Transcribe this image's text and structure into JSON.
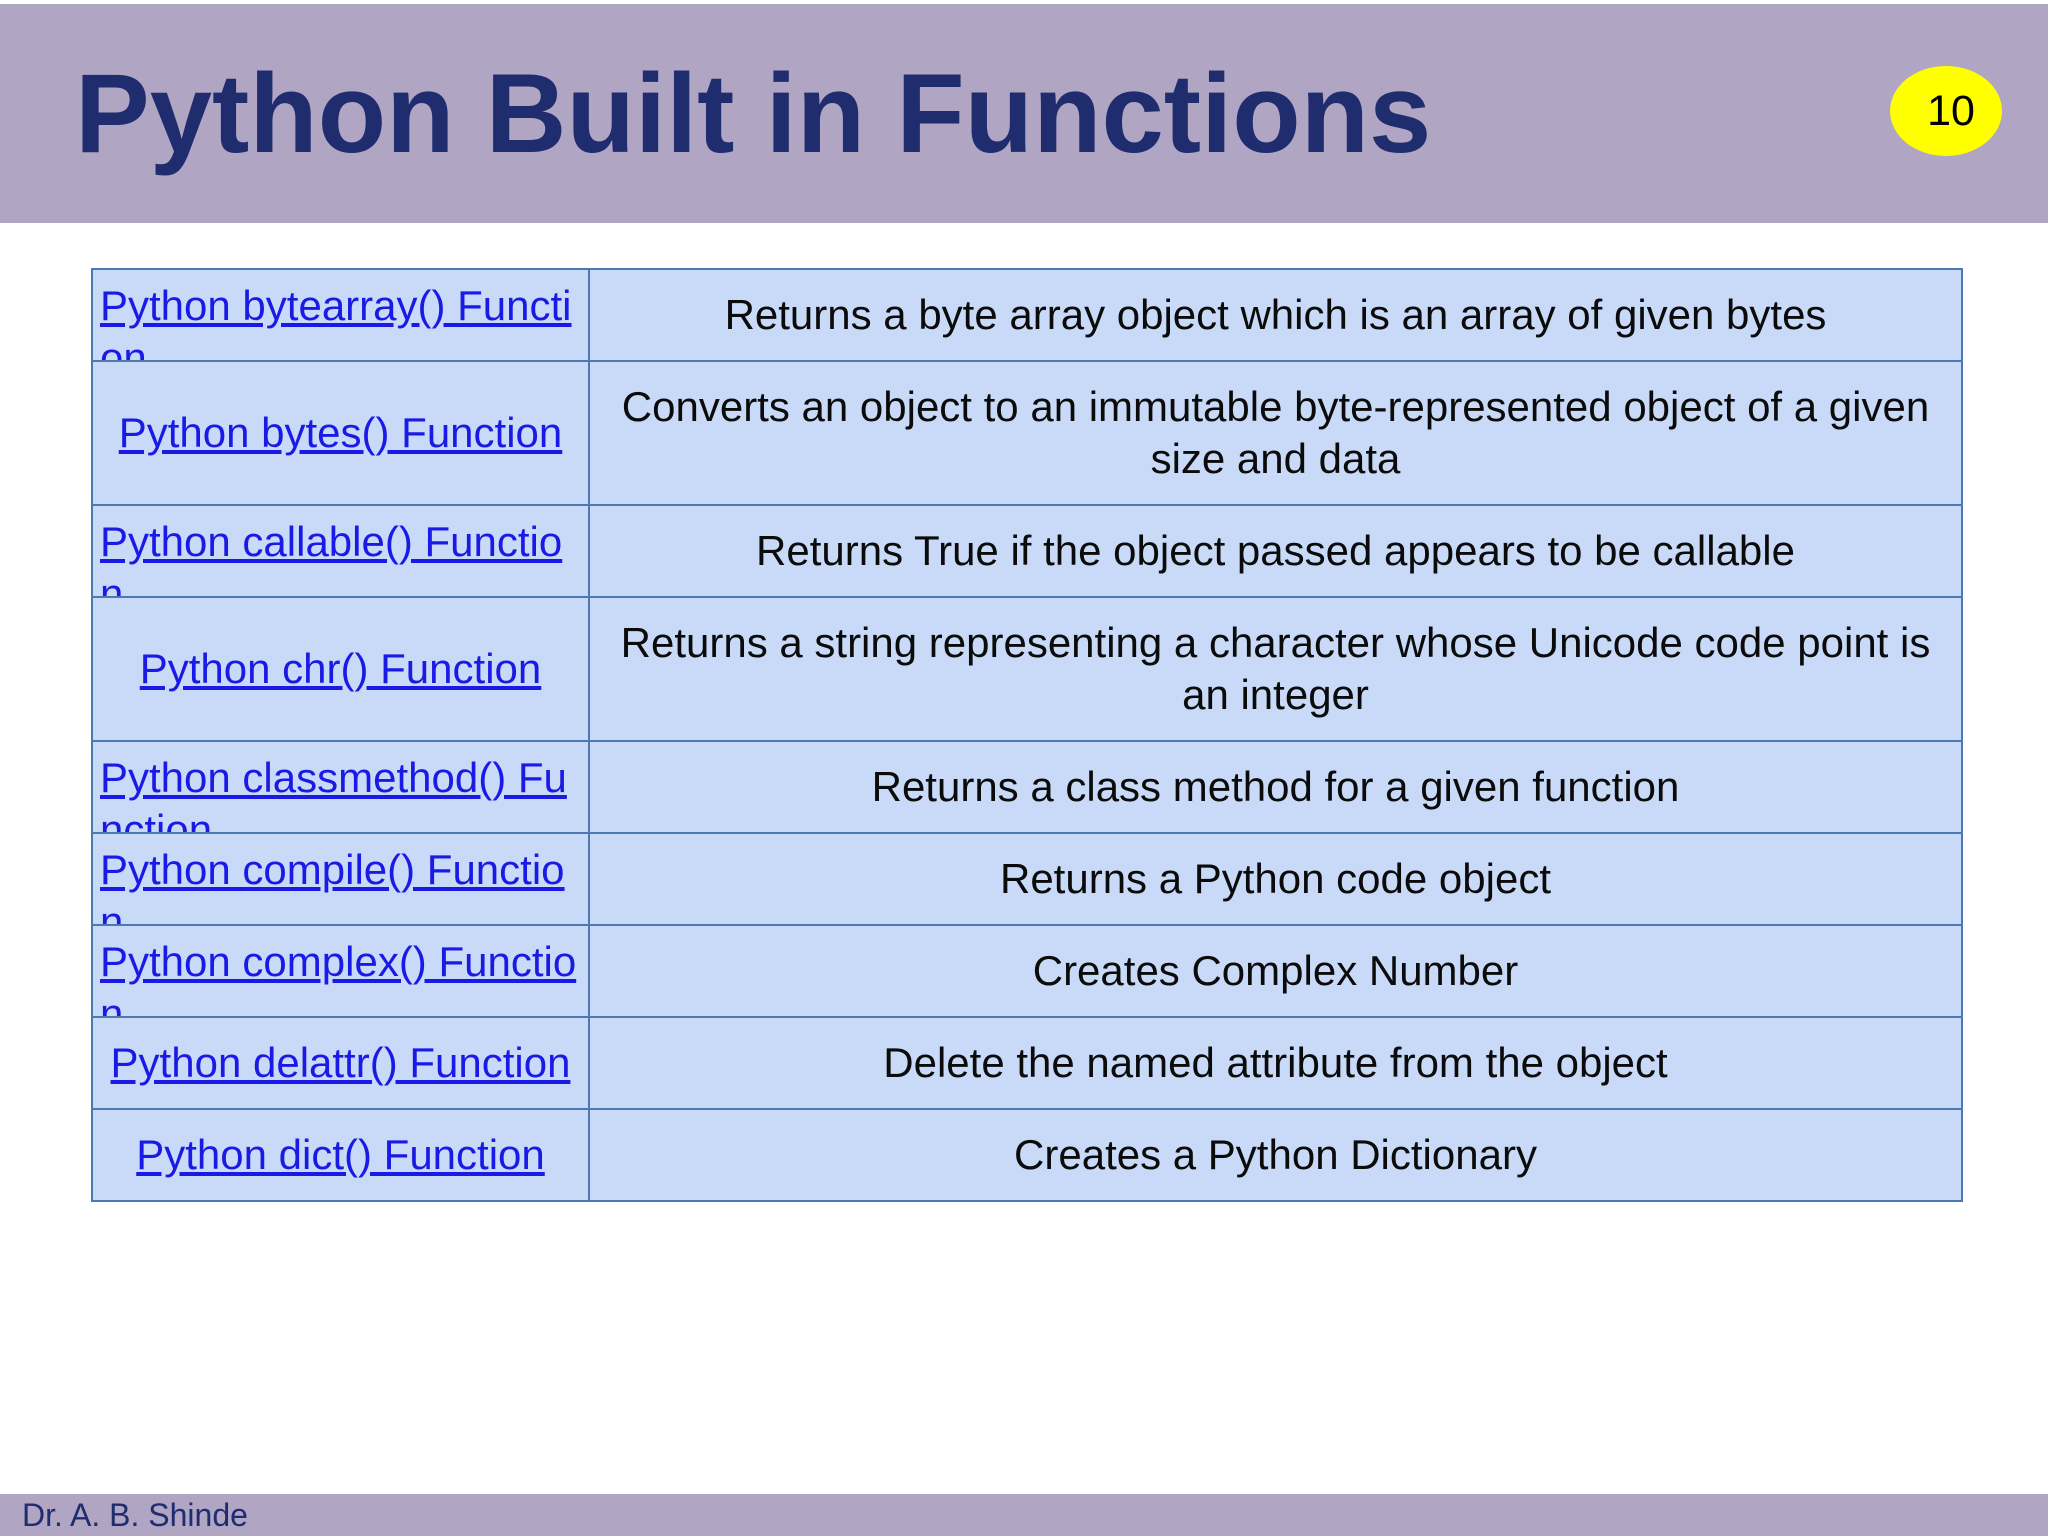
{
  "slide": {
    "title": "Python Built in Functions",
    "page_number": "10",
    "footer": "Dr. A. B. Shinde"
  },
  "colors": {
    "header_band": "#b1a5c4",
    "title_text": "#1f2c6e",
    "page_badge_bg": "#ffff00",
    "page_badge_text": "#000000",
    "table_cell_bg": "#c8daf7",
    "table_border": "#4d79b3",
    "link": "#1a1ae6",
    "description_text": "#0b0b0b"
  },
  "table": {
    "rows": [
      {
        "function": "Python bytearray() Function",
        "description": "Returns a byte array object which is an array of given bytes"
      },
      {
        "function": "Python bytes() Function",
        "description": "Converts an object to an immutable byte-represented object of a given size and data"
      },
      {
        "function": "Python callable() Function",
        "description": "Returns True if the object passed appears to be callable"
      },
      {
        "function": "Python chr() Function",
        "description": "Returns a string representing a character whose Unicode code point is an integer"
      },
      {
        "function": "Python classmethod() Function",
        "description": "Returns a class method for a given function"
      },
      {
        "function": "Python compile() Function",
        "description": "Returns a Python code object"
      },
      {
        "function": "Python complex() Function",
        "description": "Creates Complex Number"
      },
      {
        "function": "Python delattr() Function",
        "description": "Delete the named attribute from the object"
      },
      {
        "function": "Python dict() Function",
        "description": "Creates a Python Dictionary"
      }
    ]
  }
}
